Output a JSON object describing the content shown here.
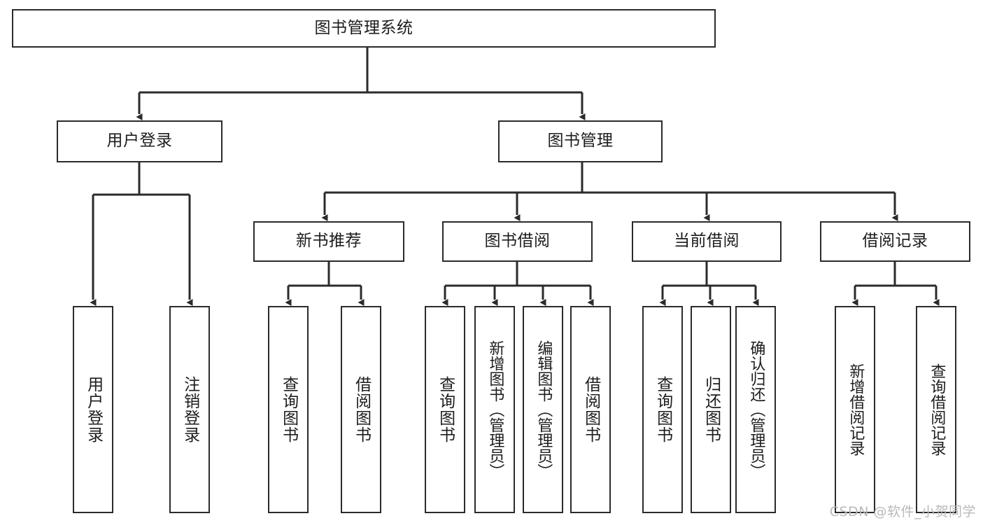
{
  "diagram": {
    "title": "图书管理系统",
    "type": "tree",
    "colors": {
      "stroke": "#2b2b2b",
      "fill": "#ffffff",
      "text": "#1d1d1d",
      "watermark": "#b9b9b9"
    },
    "root": {
      "label": "图书管理系统"
    },
    "level2": [
      {
        "label": "用户登录"
      },
      {
        "label": "图书管理"
      }
    ],
    "level3": [
      {
        "label": "新书推荐"
      },
      {
        "label": "图书借阅"
      },
      {
        "label": "当前借阅"
      },
      {
        "label": "借阅记录"
      }
    ],
    "leaves": [
      {
        "label": "用户登录",
        "parent": "用户登录"
      },
      {
        "label": "注销登录",
        "parent": "用户登录"
      },
      {
        "label": "查询图书",
        "parent": "新书推荐"
      },
      {
        "label": "借阅图书",
        "parent": "新书推荐"
      },
      {
        "label": "查询图书",
        "parent": "图书借阅"
      },
      {
        "label": "新增图书（管理员）",
        "parent": "图书借阅"
      },
      {
        "label": "编辑图书（管理员）",
        "parent": "图书借阅"
      },
      {
        "label": "借阅图书",
        "parent": "图书借阅"
      },
      {
        "label": "查询图书",
        "parent": "当前借阅"
      },
      {
        "label": "归还图书",
        "parent": "当前借阅"
      },
      {
        "label": "确认归还（管理员）",
        "parent": "当前借阅"
      },
      {
        "label": "新增借阅记录",
        "parent": "借阅记录"
      },
      {
        "label": "查询借阅记录",
        "parent": "借阅记录"
      }
    ]
  },
  "watermark": {
    "text": "CSDN @软件_小贺同学"
  }
}
